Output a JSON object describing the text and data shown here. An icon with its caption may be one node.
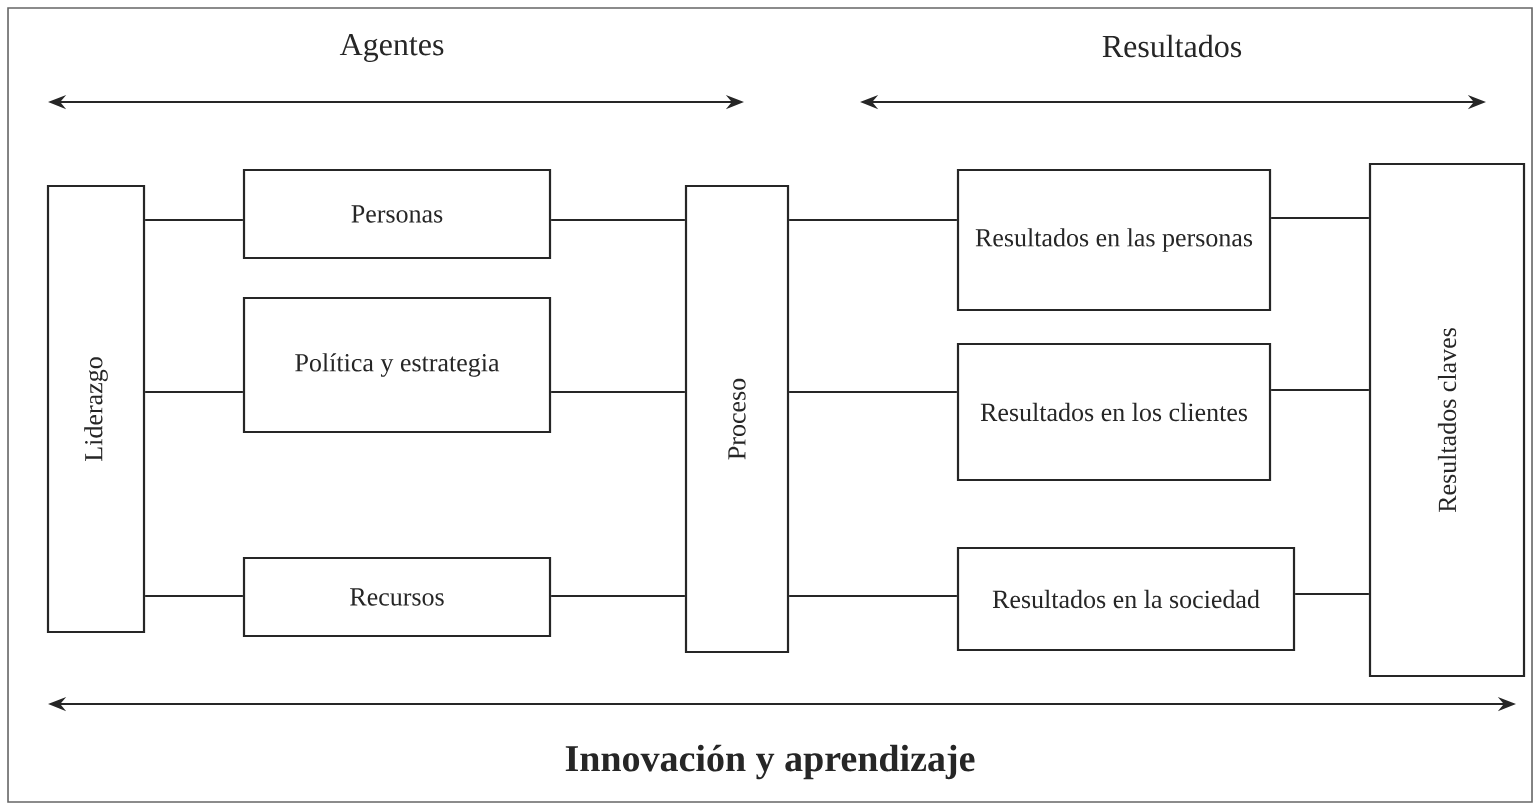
{
  "diagram": {
    "nodes": [
      {
        "text": [
          "Liderazgo"
        ]
      },
      {
        "text": [
          "Personas"
        ]
      },
      {
        "text": [
          "Política y estrategia"
        ]
      },
      {
        "text": [
          "Recursos"
        ]
      },
      {
        "text": [
          "Proceso"
        ]
      },
      {
        "text": [
          "Resultados en las personas"
        ]
      },
      {
        "text": [
          "Resultados en los clientes"
        ]
      },
      {
        "text": [
          "Resultados en la sociedad"
        ]
      },
      {
        "text": [
          "Resultados claves"
        ]
      }
    ],
    "edges": [
      {
        "from": 0,
        "to": 1,
        "arrow": "none"
      },
      {
        "from": 0,
        "to": 2,
        "arrow": "none"
      },
      {
        "from": 0,
        "to": 3,
        "arrow": "none"
      },
      {
        "from": 1,
        "to": 4,
        "arrow": "none"
      },
      {
        "from": 2,
        "to": 4,
        "arrow": "none"
      },
      {
        "from": 3,
        "to": 4,
        "arrow": "none"
      },
      {
        "from": 4,
        "to": 5,
        "arrow": "none"
      },
      {
        "from": 4,
        "to": 6,
        "arrow": "none"
      },
      {
        "from": 4,
        "to": 7,
        "arrow": "none"
      },
      {
        "from": 5,
        "to": 8,
        "arrow": "none"
      },
      {
        "from": 6,
        "to": 8,
        "arrow": "none"
      },
      {
        "from": 7,
        "to": 8,
        "arrow": "none"
      }
    ],
    "labels": [
      "Agentes",
      "Resultados",
      "Innovación y aprendizaje"
    ]
  }
}
